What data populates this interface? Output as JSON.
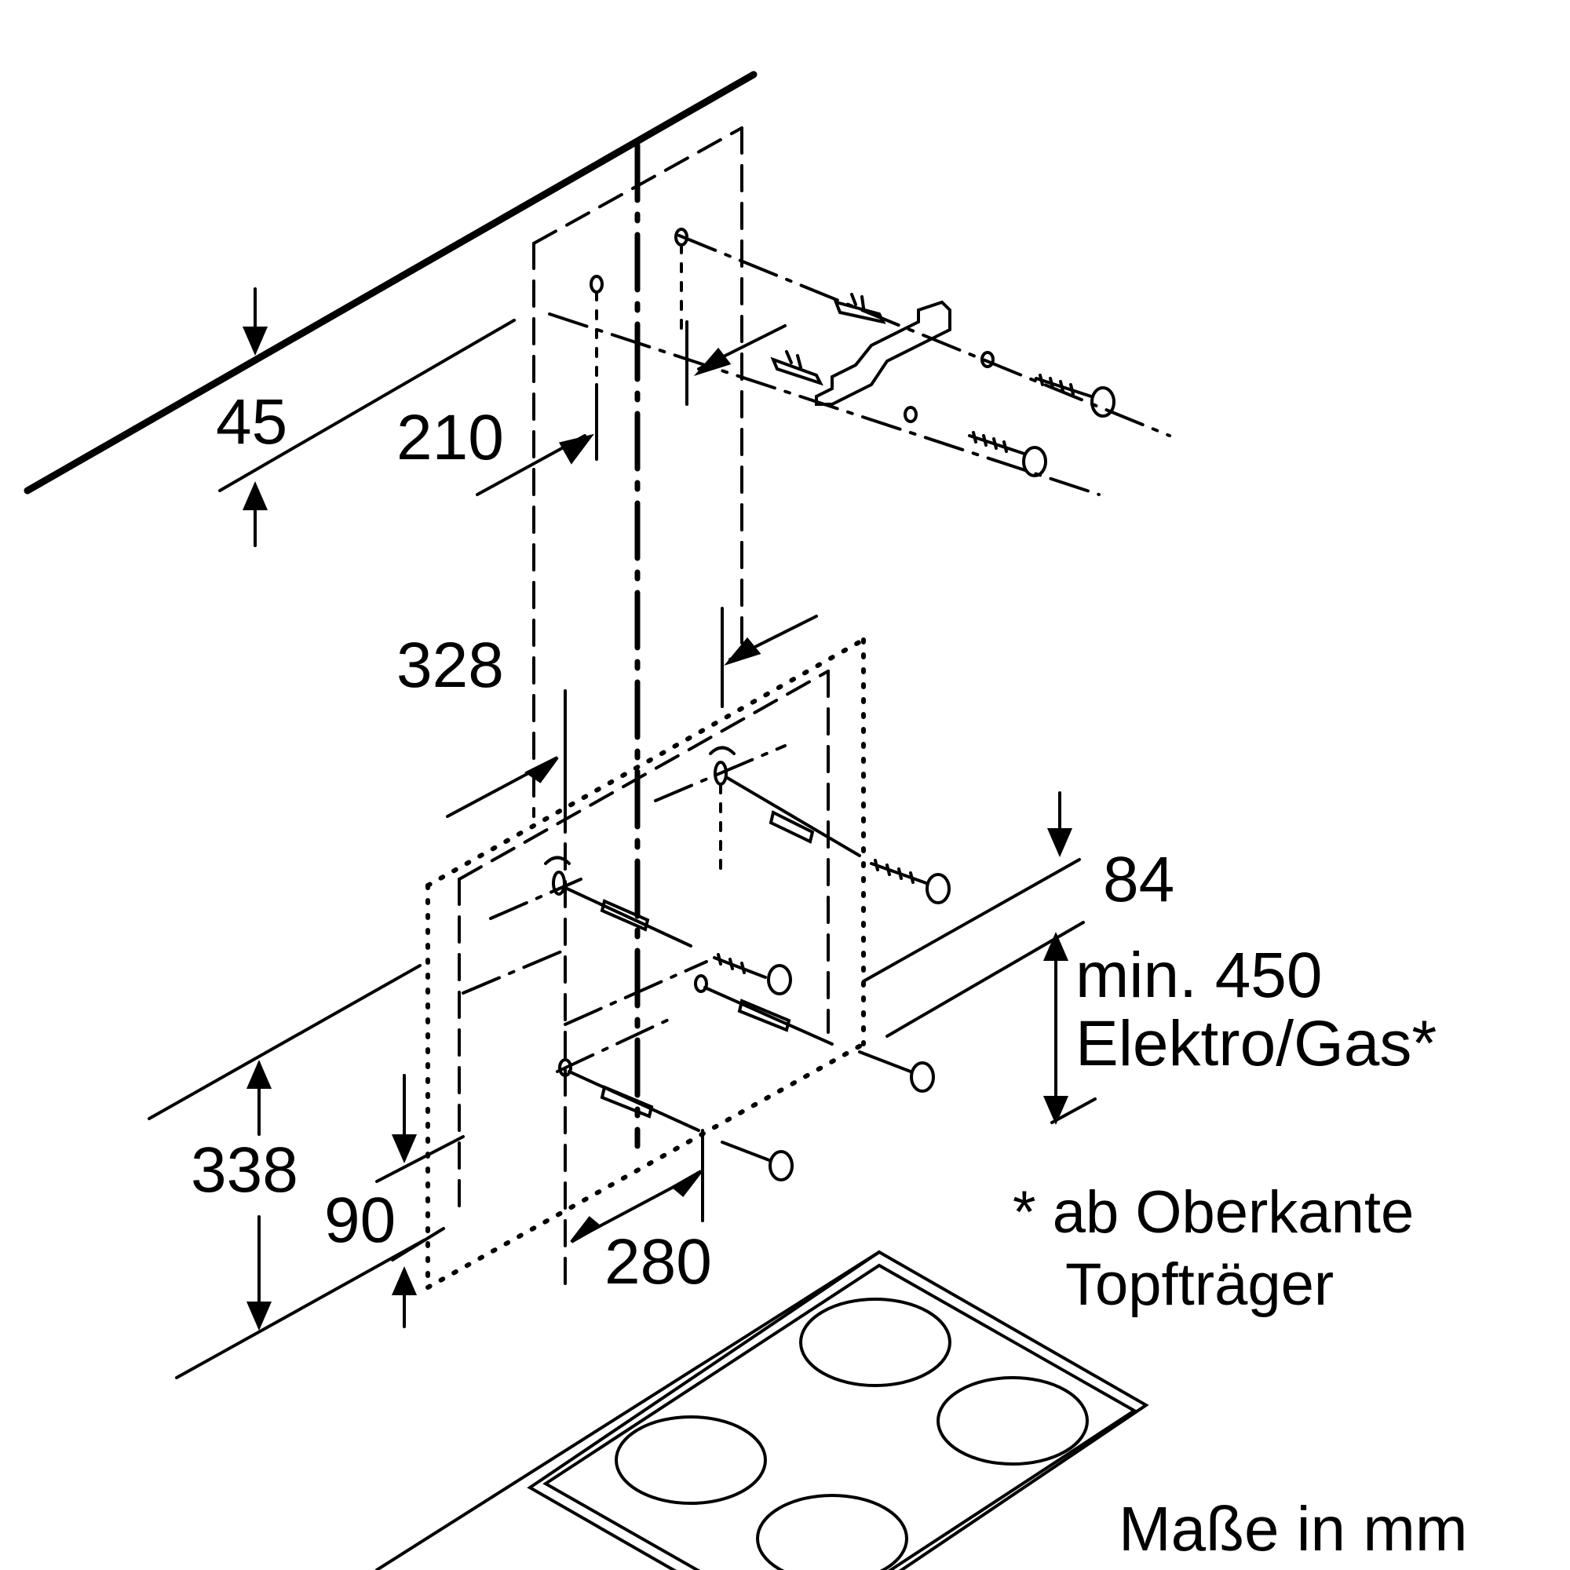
{
  "dimensions": {
    "d45": "45",
    "d210": "210",
    "d328": "328",
    "d84": "84",
    "min450_line1": "min. 450",
    "min450_line2": "Elektro/Gas*",
    "d338": "338",
    "d90": "90",
    "d280": "280"
  },
  "note": {
    "line1": "* ab Oberkante",
    "line2": "Topfträger"
  },
  "units": "Maße in mm",
  "colors": {
    "ink": "#000000",
    "background": "#ffffff"
  }
}
